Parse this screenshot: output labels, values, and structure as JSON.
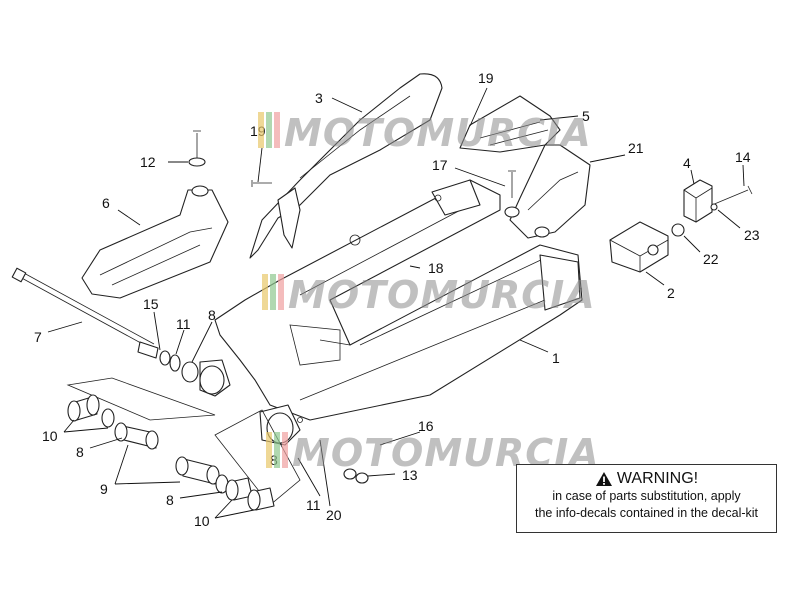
{
  "watermark": {
    "text": "MOTOMURCIA",
    "stripe_colors": [
      "#e8c86a",
      "#8fc88f",
      "#f0a0a0"
    ]
  },
  "callouts": {
    "c1": "1",
    "c2": "2",
    "c3": "3",
    "c4": "4",
    "c5": "5",
    "c6": "6",
    "c7": "7",
    "c8a": "8",
    "c8b": "8",
    "c8c": "8",
    "c8d": "8",
    "c9": "9",
    "c10a": "10",
    "c10b": "10",
    "c11a": "11",
    "c11b": "11",
    "c12": "12",
    "c13": "13",
    "c14": "14",
    "c15": "15",
    "c16": "16",
    "c17": "17",
    "c18": "18",
    "c19a": "19",
    "c19b": "19",
    "c20": "20",
    "c21": "21",
    "c22": "22",
    "c23": "23"
  },
  "warning": {
    "title": "WARNING!",
    "line1": "in case of parts substitution, apply",
    "line2": "the info-decals contained in the decal-kit"
  }
}
